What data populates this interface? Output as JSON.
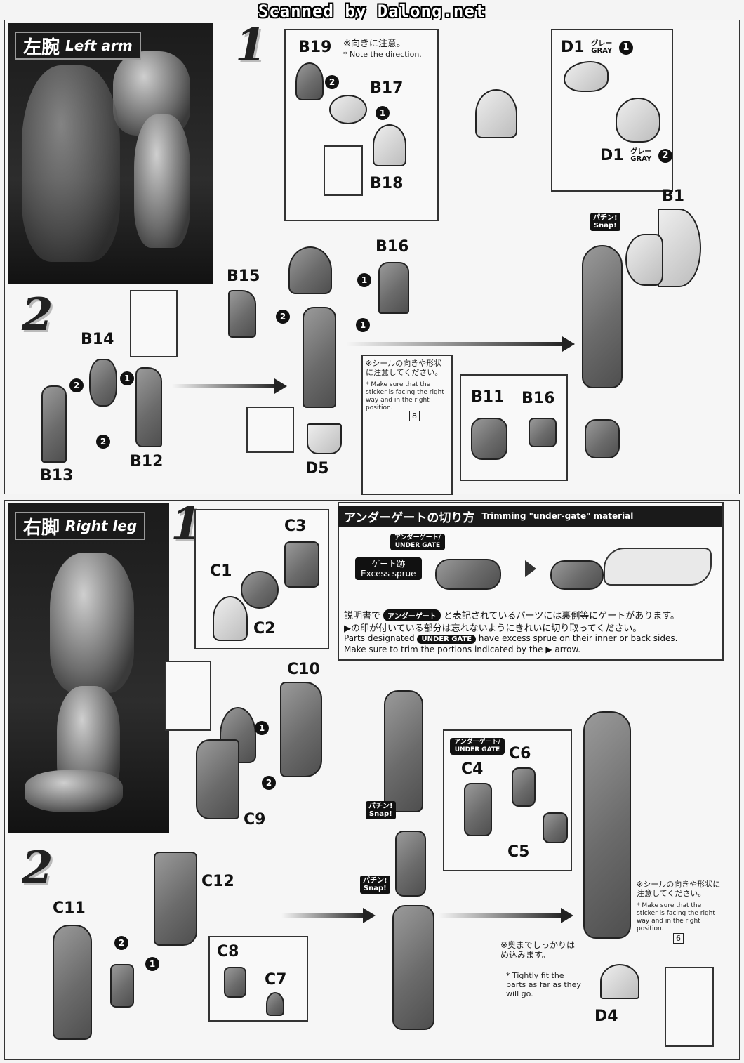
{
  "watermark": "Scanned by Dalong.net",
  "left_arm": {
    "header_jp": "左腕",
    "header_en": "Left arm",
    "step1": "1",
    "step2": "2",
    "inset_note_jp": "※向きに注意。",
    "inset_note_en": "* Note the direction.",
    "labels": {
      "b19": "B19",
      "b17": "B17",
      "b18": "B18",
      "d1a": "D1",
      "d1b": "D1",
      "gray_jp": "グレー",
      "gray_en": "GRAY",
      "b1": "B1",
      "b16": "B16",
      "b15": "B15",
      "b14": "B14",
      "b13": "B13",
      "b12": "B12",
      "d5": "D5",
      "b11": "B11",
      "b16b": "B16"
    },
    "snap_jp": "パチン!",
    "snap_en": "Snap!",
    "sticker_note_jp": "※シールの向きや形状に注意してください。",
    "sticker_note_en": "* Make sure that the sticker is facing the right way and in the right position.",
    "sticker_number": "8"
  },
  "right_leg": {
    "header_jp": "右脚",
    "header_en": "Right leg",
    "step1": "1",
    "step2": "2",
    "labels": {
      "c3": "C3",
      "c1": "C1",
      "c2": "C2",
      "c10": "C10",
      "c9": "C9",
      "c6": "C6",
      "c4": "C4",
      "c5": "C5",
      "c12": "C12",
      "c11": "C11",
      "c8": "C8",
      "c7": "C7",
      "d4": "D4"
    },
    "under_gate_jp": "アンダーゲート/",
    "under_gate_en": "UNDER GATE",
    "snap_jp": "パチン!",
    "snap_en": "Snap!",
    "sticker_note_jp": "※シールの向きや形状に注意してください。",
    "sticker_note_en": "* Make sure that the sticker is facing the right way and in the right position.",
    "sticker_number": "6",
    "fit_note_jp": "※奥までしっかりはめ込みます。",
    "fit_note_en": "* Tightly fit the parts as far as they will go."
  },
  "trimming": {
    "title_jp": "アンダーゲートの切り方",
    "title_en": "Trimming \"under-gate\" material",
    "badge_jp": "アンダーゲート/",
    "badge_en": "UNDER GATE",
    "gate_mark_jp": "ゲート跡",
    "gate_mark_en": "Excess sprue",
    "line1_pre": "説明書で",
    "line1_pill": "アンダーゲート",
    "line1_post": "と表記されているパーツには裏側等にゲートがあります。",
    "line2": "▶の印が付いている部分は忘れないようにきれいに切り取ってください。",
    "line3_pre": "Parts designated",
    "line3_pill": "UNDER GATE",
    "line3_post": "have excess sprue on their inner or back sides.",
    "line4": "Make sure to trim the portions indicated by the ▶ arrow."
  }
}
